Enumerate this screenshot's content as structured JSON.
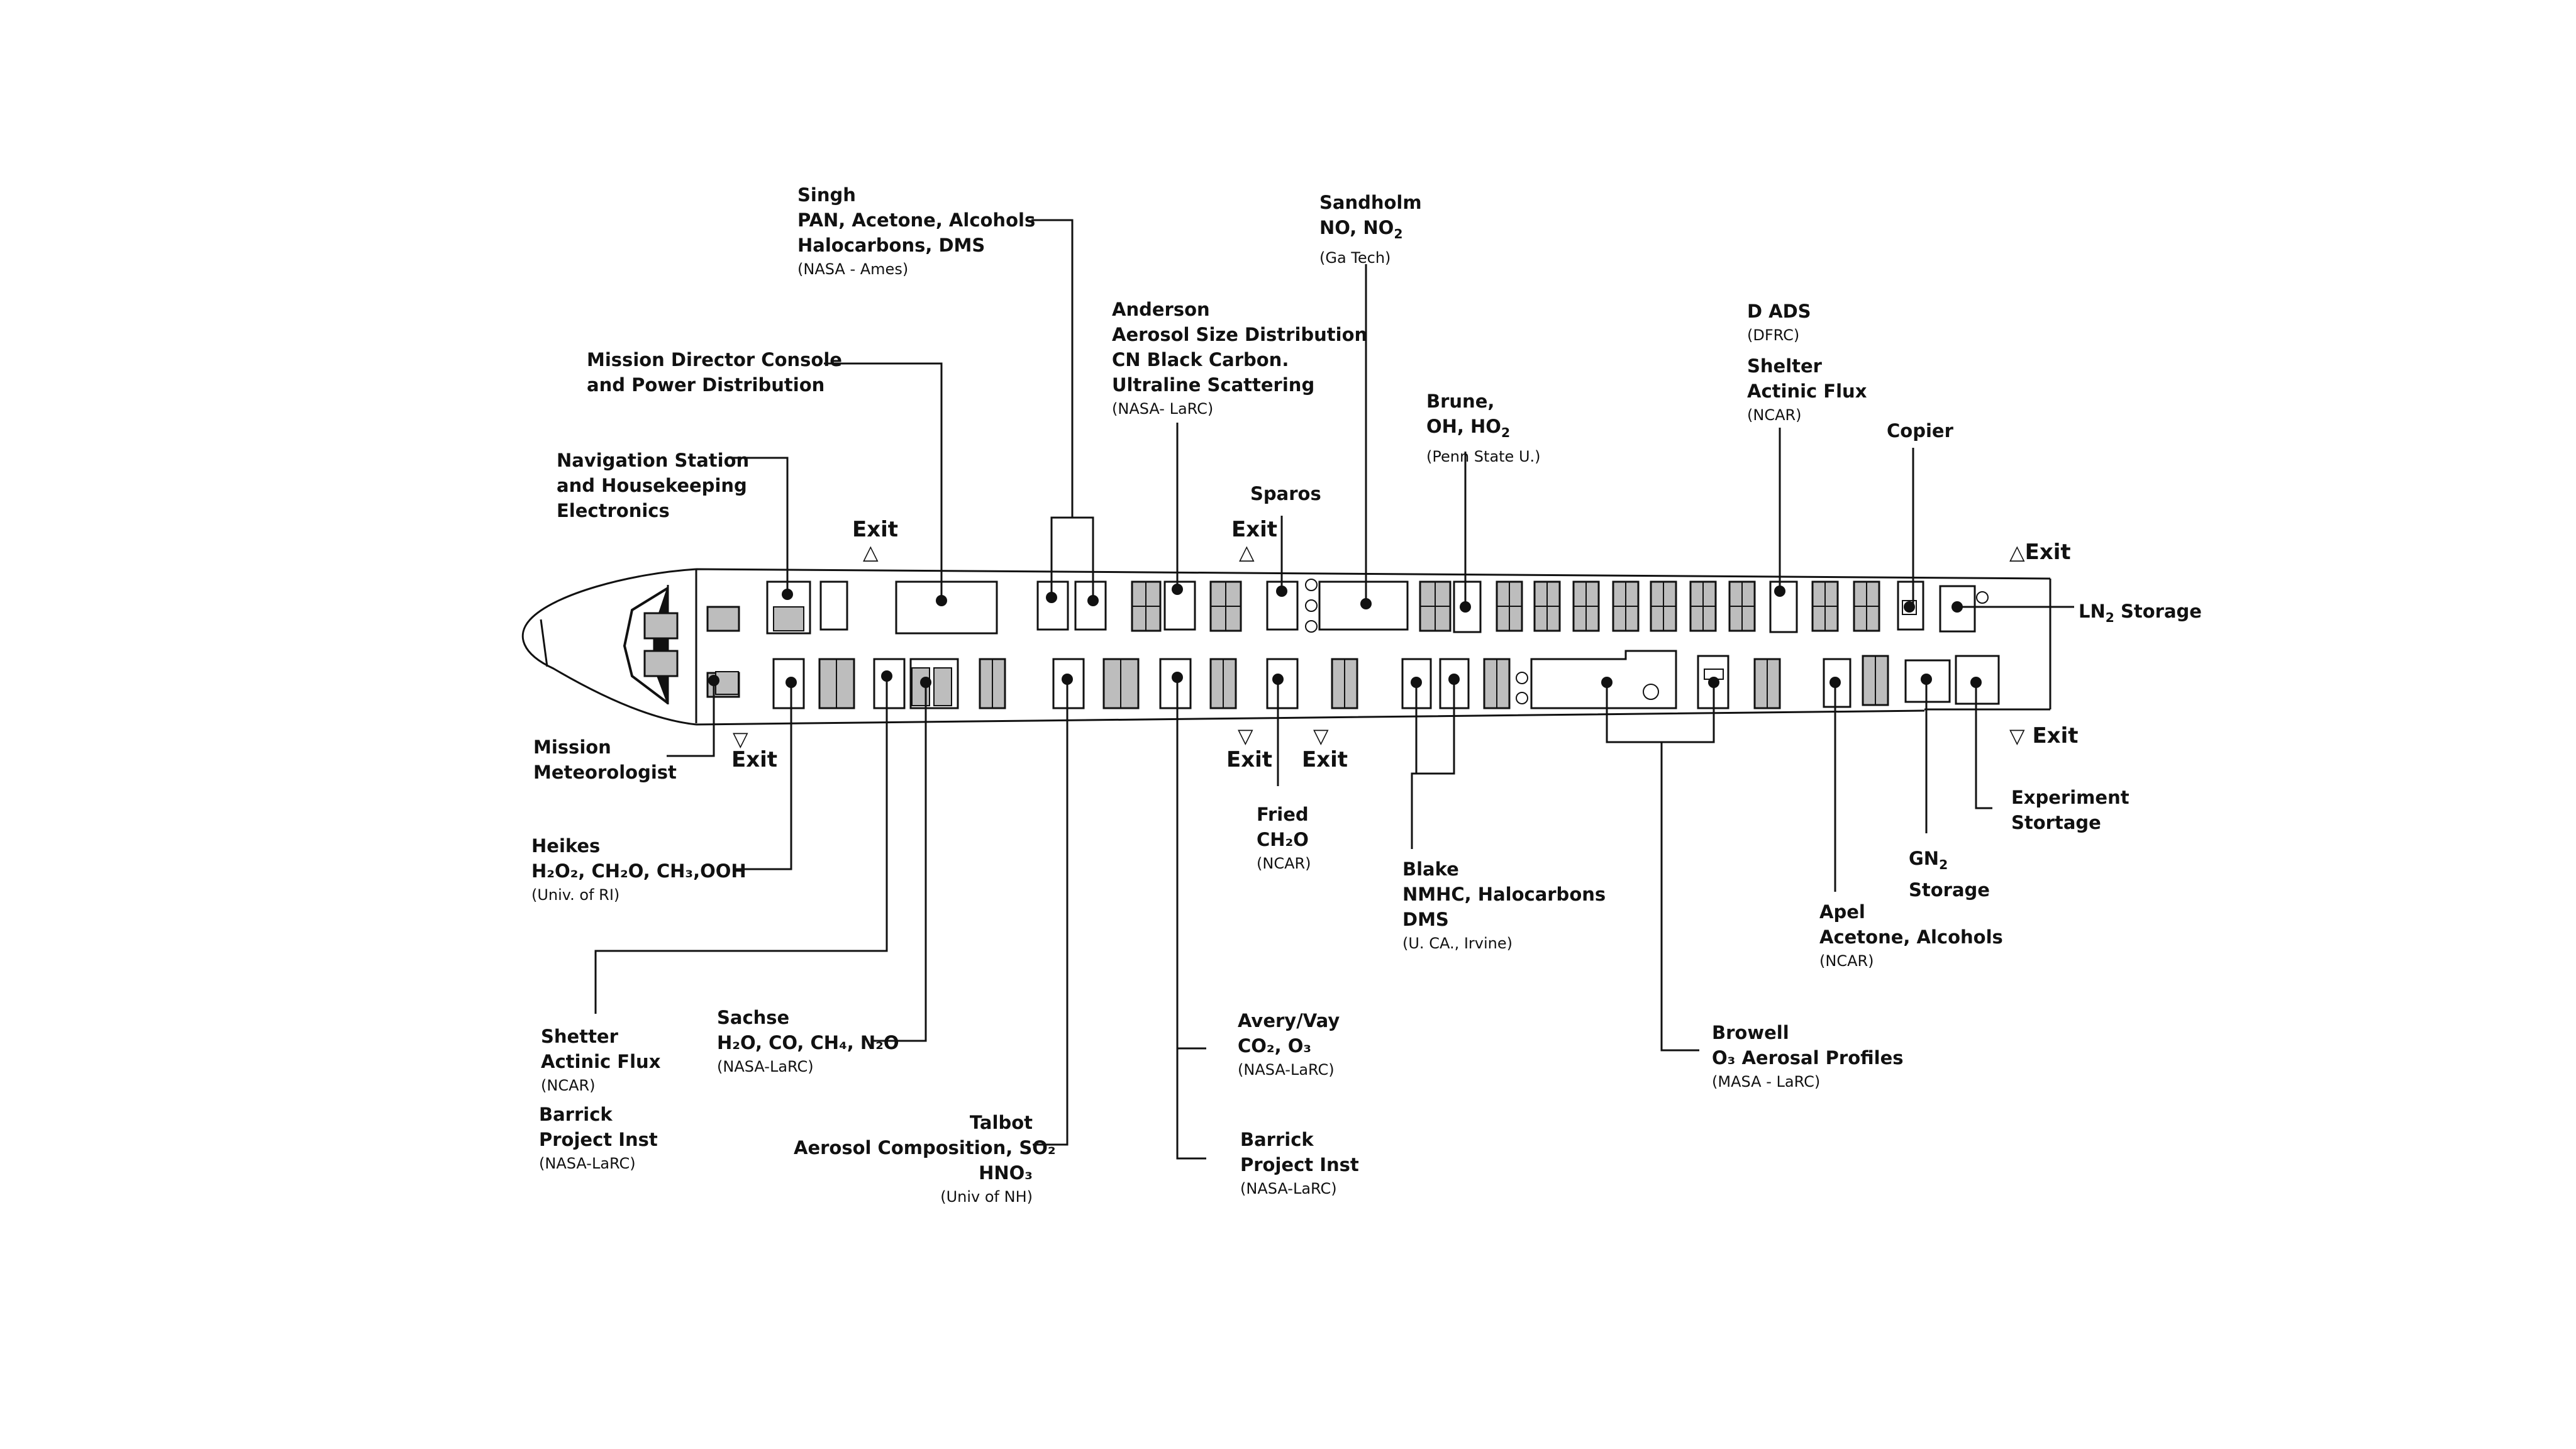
{
  "exits": {
    "fwd_top": "Exit",
    "fwd_bottom": "Exit",
    "mid_top": "Exit",
    "mid_bottom_1": "Exit",
    "mid_bottom_2": "Exit",
    "aft_top": "Exit",
    "aft_bottom": "Exit"
  },
  "labels": {
    "singh": {
      "l1": "Singh",
      "l2": "PAN, Acetone, Alcohols",
      "l3": "Halocarbons, DMS",
      "l4": "(NASA - Ames)"
    },
    "sandholm": {
      "l1": "Sandholm",
      "l2a": "NO, NO",
      "l2sub": "2",
      "l3": "(Ga Tech)"
    },
    "anderson": {
      "l1": "Anderson",
      "l2": "Aerosol Size Distribution",
      "l3": "CN Black Carbon.",
      "l4": "Ultraline Scattering",
      "l5": "(NASA- LaRC)"
    },
    "mission_director": {
      "l1": "Mission Director Console",
      "l2": "and Power Distribution"
    },
    "navigation": {
      "l1": "Navigation Station",
      "l2": "and Housekeeping",
      "l3": "Electronics"
    },
    "brune": {
      "l1": "Brune,",
      "l2a": "OH, HO",
      "l2sub": "2",
      "l3": "(Penn State U.)"
    },
    "dads": {
      "l1": "D ADS",
      "l2": "(DFRC)"
    },
    "shelter_top": {
      "l1": "Shelter",
      "l2": "Actinic Flux",
      "l3": "(NCAR)"
    },
    "copier": {
      "l1": "Copier"
    },
    "sparos": {
      "l1": "Sparos"
    },
    "ln2": {
      "a": "LN",
      "sub": "2",
      "b": " Storage"
    },
    "mission_met": {
      "l1": "Mission",
      "l2": "Meteorologist"
    },
    "heikes": {
      "l1": "Heikes",
      "l2": "H₂O₂, CH₂O, CH₃,OOH",
      "l3": "(Univ. of RI)"
    },
    "fried": {
      "l1": "Fried",
      "l2": "CH₂O",
      "l3": "(NCAR)"
    },
    "blake": {
      "l1": "Blake",
      "l2": "NMHC, Halocarbons",
      "l3": "DMS",
      "l4": "(U. CA., Irvine)"
    },
    "experiment": {
      "l1": "Experiment",
      "l2": "Stortage"
    },
    "gn2": {
      "a": "GN",
      "sub": "2",
      "b": "Storage"
    },
    "apel": {
      "l1": "Apel",
      "l2": "Acetone, Alcohols",
      "l3": "(NCAR)"
    },
    "shetter": {
      "l1": "Shetter",
      "l2": "Actinic Flux",
      "l3": "(NCAR)"
    },
    "sachse": {
      "l1": "Sachse",
      "l2": "H₂O, CO, CH₄, N₂O",
      "l3": "(NASA-LaRC)"
    },
    "avery": {
      "l1": "Avery/Vay",
      "l2": "CO₂, O₃",
      "l3": "(NASA-LaRC)"
    },
    "browell": {
      "l1": "Browell",
      "l2": "O₃ Aerosal Profiles",
      "l3": "(MASA - LaRC)"
    },
    "barrick_left": {
      "l1": "Barrick",
      "l2": "Project Inst",
      "l3": "(NASA-LaRC)"
    },
    "talbot": {
      "l1": "Talbot",
      "l2": "Aerosol Composition, SO₂",
      "l3": "HNO₃",
      "l4": "(Univ of NH)"
    },
    "barrick_mid": {
      "l1": "Barrick",
      "l2": "Project Inst",
      "l3": "(NASA-LaRC)"
    }
  }
}
